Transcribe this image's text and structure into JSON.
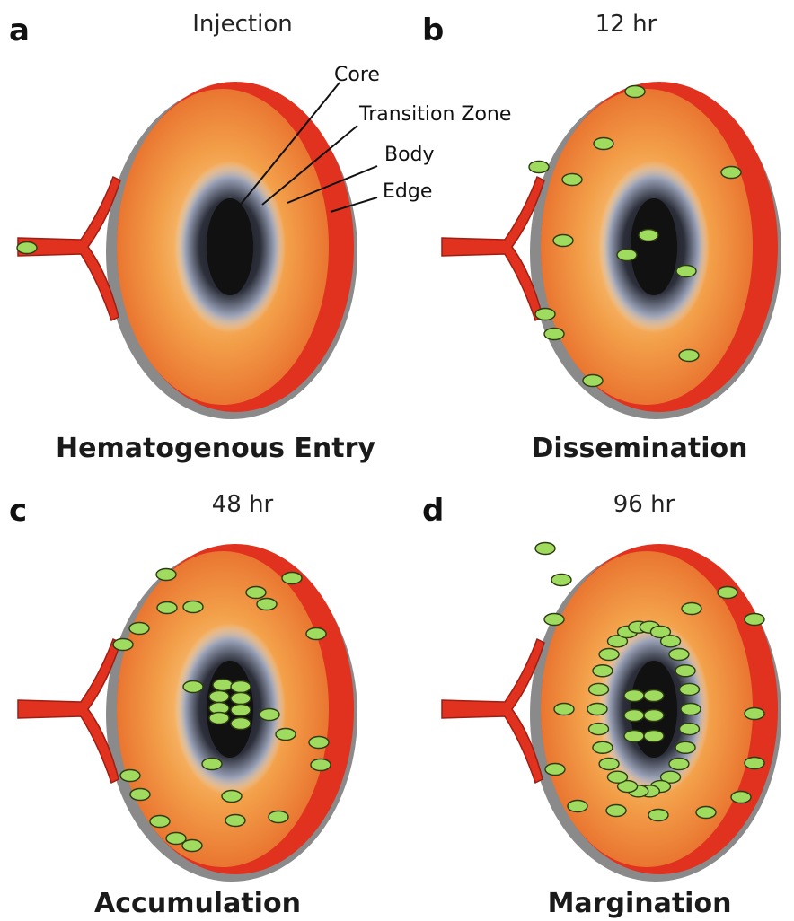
{
  "panels": [
    {
      "letter": "a",
      "time": "Injection",
      "caption": "Hematogenous Entry"
    },
    {
      "letter": "b",
      "time": "12 hr",
      "caption": "Dissemination"
    },
    {
      "letter": "c",
      "time": "48 hr",
      "caption": "Accumulation"
    },
    {
      "letter": "d",
      "time": "96 hr",
      "caption": "Margination"
    }
  ],
  "zone_labels": {
    "core": "Core",
    "transition": "Transition Zone",
    "body": "Body",
    "edge": "Edge"
  },
  "colors": {
    "tumor_edge": "#e0321f",
    "tumor_body": "#f3a04a",
    "core": "#111111",
    "particle": "#9edb5e"
  }
}
